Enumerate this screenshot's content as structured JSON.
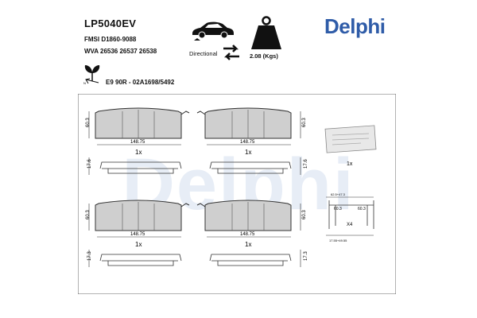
{
  "header": {
    "part_code": "LP5040EV",
    "fmsi": "FMSI D1860-9088",
    "wva": "WVA 26536 26537 26538",
    "approval": "E9 90R - 02A1698/5492",
    "directional_label": "Directional",
    "weight": "2.08 (Kgs)",
    "brand": "Delphi",
    "brand_color": "#2f5ca8"
  },
  "watermark": "Delphi",
  "drawing": {
    "pads": [
      {
        "height_label": "60.3",
        "width_label": "148.75",
        "count_label": "1x",
        "thickness_label": "17.6"
      },
      {
        "height_label": "60.3",
        "width_label": "148.75",
        "count_label": "1x",
        "thickness_label": "17.6"
      },
      {
        "height_label": "60.3",
        "width_label": "148.75",
        "count_label": "1x",
        "thickness_label": "17.3"
      },
      {
        "height_label": "60.3",
        "width_label": "148.75",
        "count_label": "1x",
        "thickness_label": "17.3"
      }
    ],
    "accessory_label": "1x",
    "clip": {
      "dim_top": "62.5+47.3",
      "dim_left": "60.3",
      "dim_right": "60.3",
      "count": "X4",
      "dim_bottom": "17.55+49.55"
    }
  },
  "icons": [
    "car-icon",
    "arrows-icon",
    "weight-icon",
    "eco-icon"
  ]
}
